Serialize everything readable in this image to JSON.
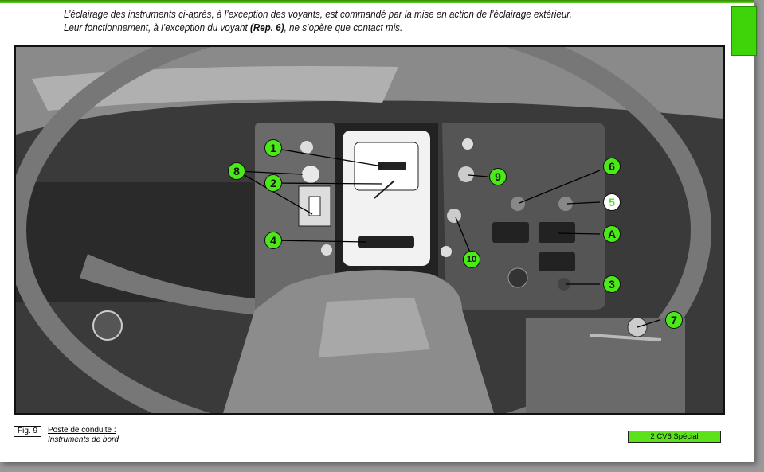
{
  "intro": {
    "line1": "L’éclairage des instruments ci-après, à l’exception des voyants, est commandé par la mise en action de l’éclairage extérieur.",
    "line2_pre": "Leur fonctionnement, à l’exception du voyant ",
    "line2_bold": "(Rep. 6)",
    "line2_post": ", ne s’opère que contact mis."
  },
  "figure": {
    "label": "Fig. 9",
    "caption_title": "Poste de conduite :",
    "caption_sub": "Instruments de bord",
    "callouts": [
      "1",
      "2",
      "8",
      "4",
      "9",
      "10",
      "6",
      "5",
      "A",
      "3",
      "7"
    ]
  },
  "footer": {
    "model": "2 CV6 Spécial"
  },
  "colors": {
    "accent_green": "#3ed40a",
    "callout_green": "#4be81a"
  }
}
